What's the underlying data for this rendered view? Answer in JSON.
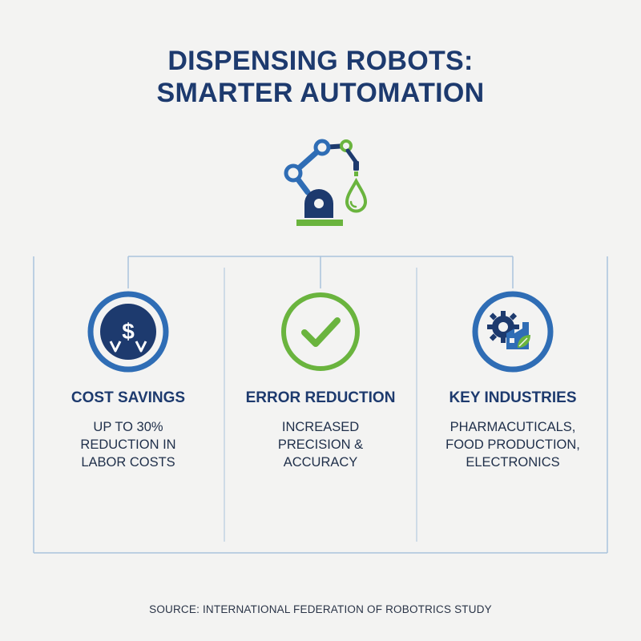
{
  "title": {
    "line1": "DISPENSING ROBOTS:",
    "line2": "SMARTER AUTOMATION"
  },
  "hero": {
    "icon": "robotic-arm-dispensing-drop-icon"
  },
  "colors": {
    "navy": "#1d3a6e",
    "blue": "#2f6db5",
    "green": "#6ab43e",
    "frame": "#a9c3dc",
    "background": "#f3f3f2"
  },
  "columns": [
    {
      "icon": "cost-savings-icon",
      "icon_glyph": "$",
      "heading": "COST SAVINGS",
      "lines": [
        "UP TO 30%",
        "REDUCTION IN",
        "LABOR COSTS"
      ]
    },
    {
      "icon": "checkmark-icon",
      "heading": "ERROR REDUCTION",
      "lines": [
        "INCREASED",
        "PRECISION &",
        "ACCURACY"
      ]
    },
    {
      "icon": "industry-gear-factory-icon",
      "heading": "KEY INDUSTRIES",
      "lines": [
        "PHARMACUTICALS,",
        "FOOD PRODUCTION,",
        "ELECTRONICS"
      ]
    }
  ],
  "source": "SOURCE: INTERNATIONAL FEDERATION OF ROBOTRICS STUDY"
}
